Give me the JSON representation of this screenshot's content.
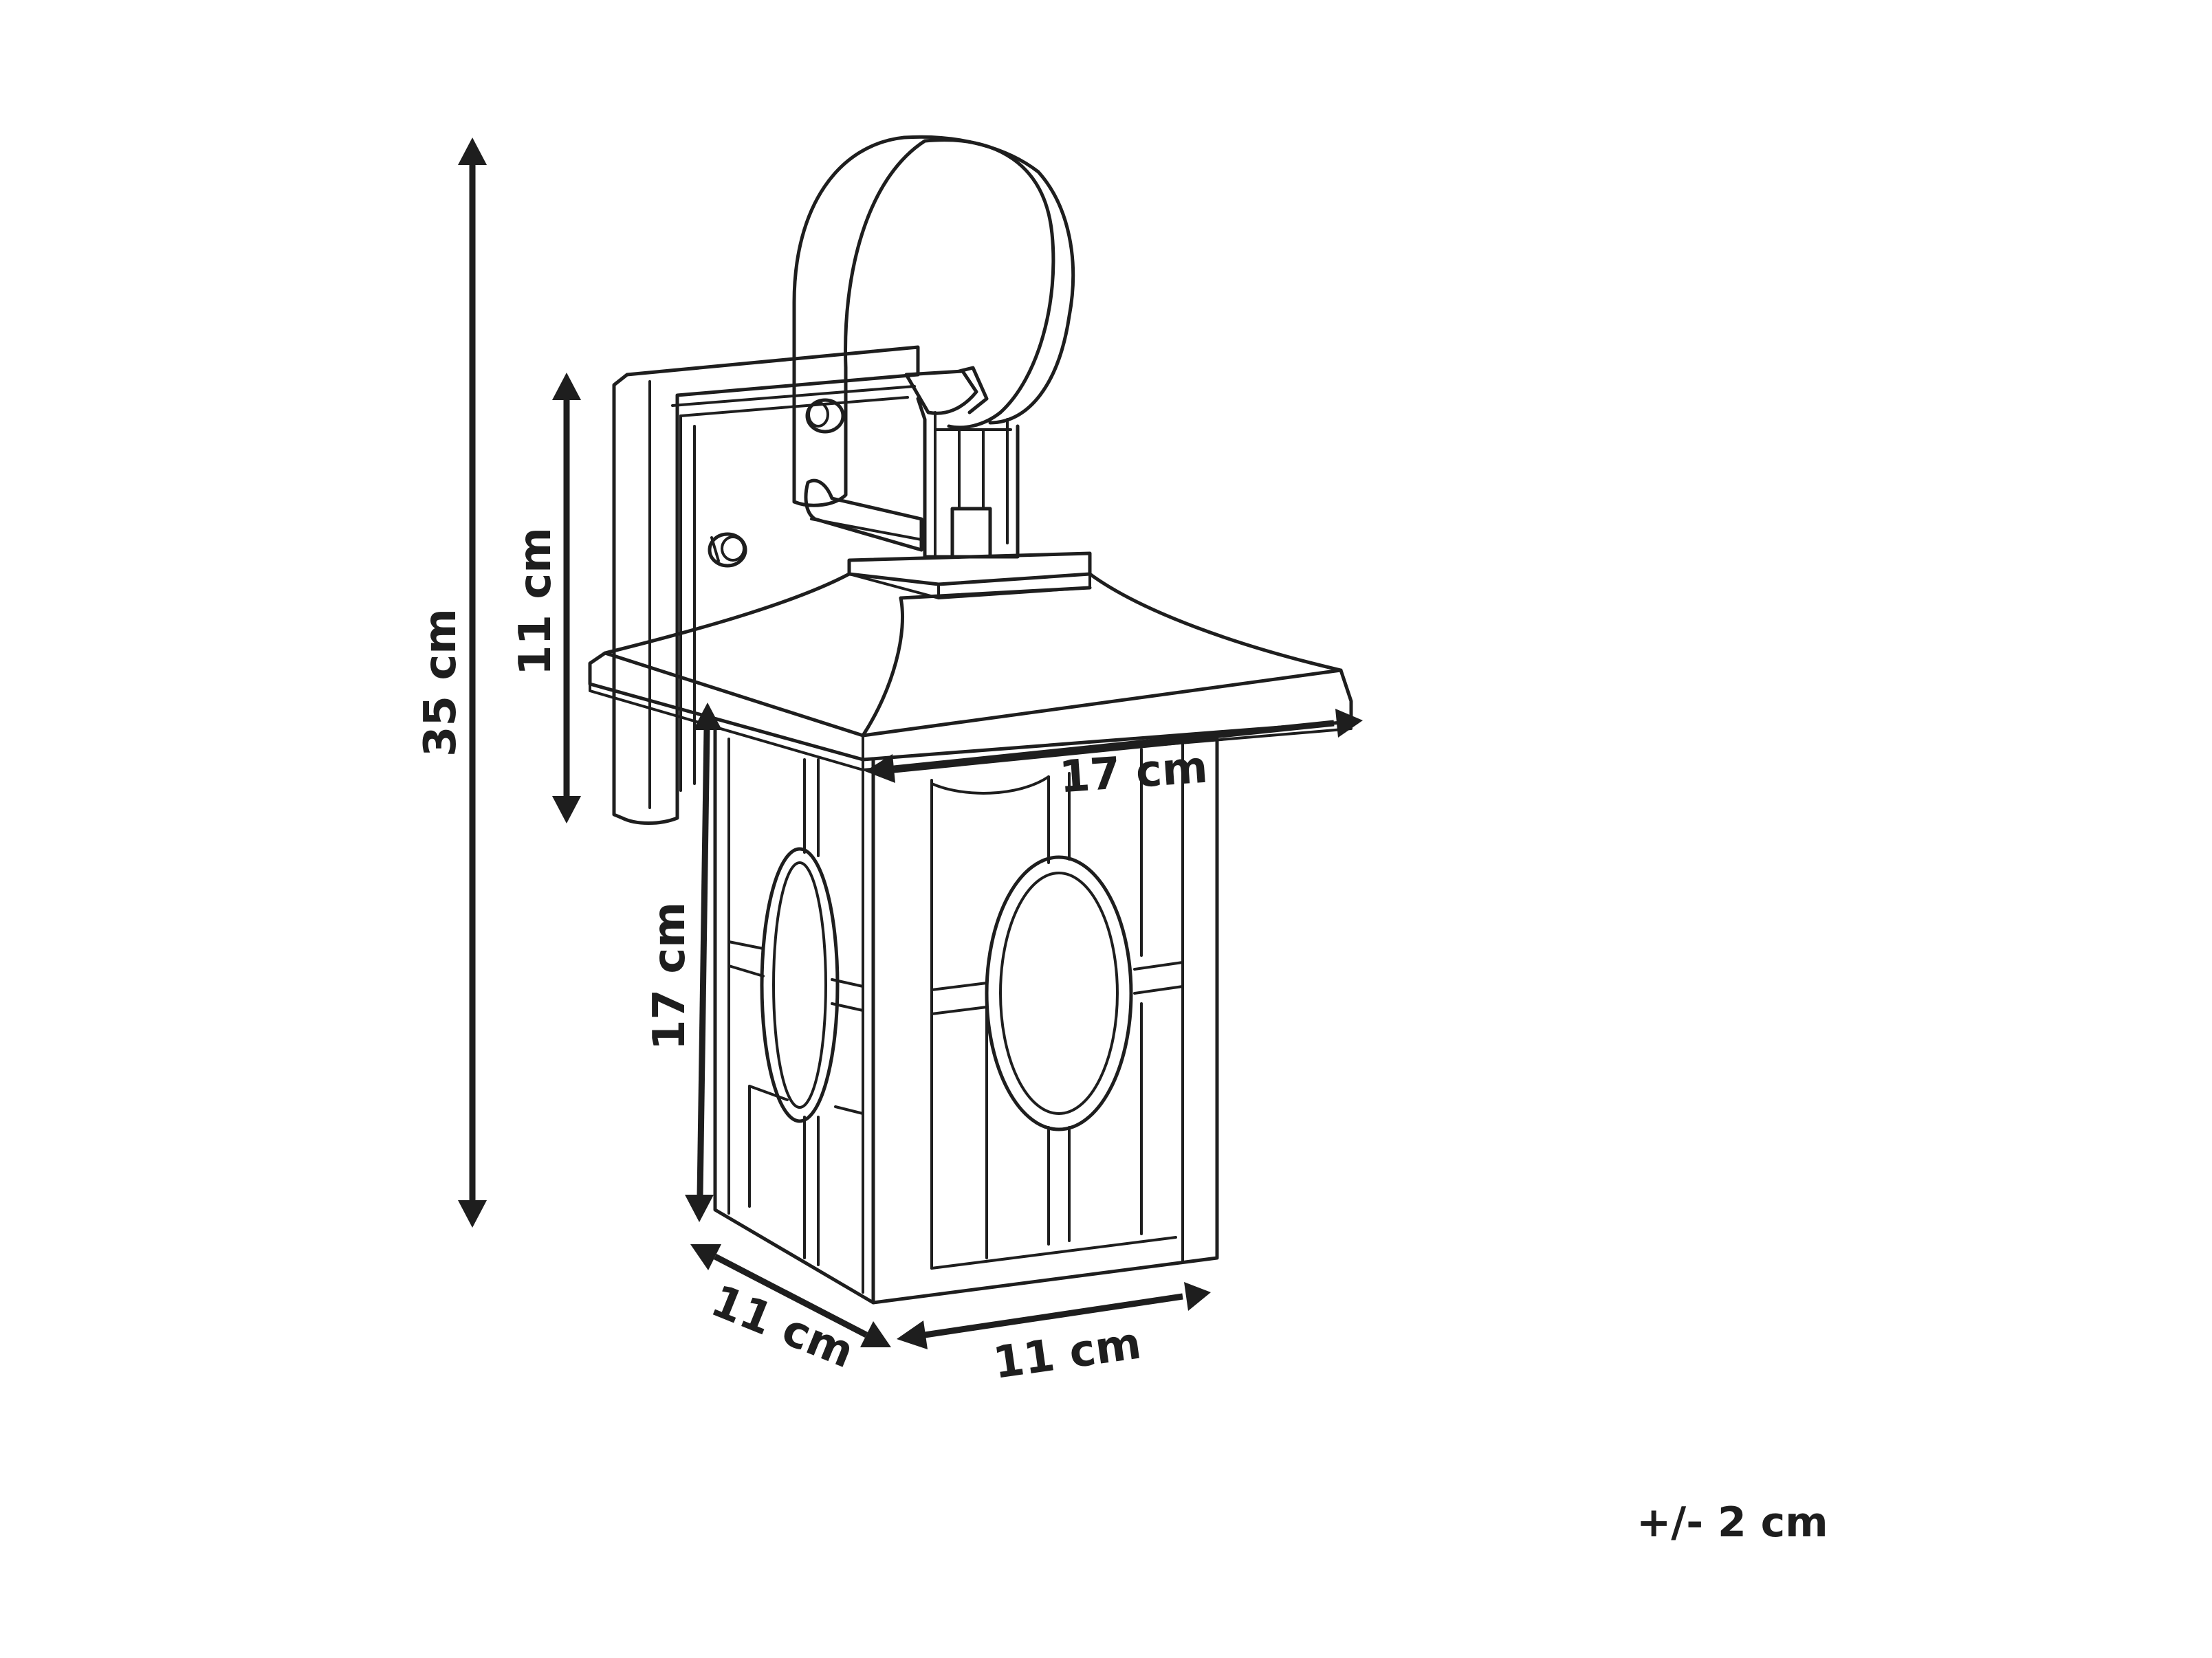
{
  "dimensions": {
    "total_height": "35 cm",
    "bracket_height": "11 cm",
    "roof_width": "17 cm",
    "body_height": "17 cm",
    "base_depth": "11 cm",
    "base_width": "11 cm"
  },
  "tolerance": "+/- 2 cm",
  "colors": {
    "line": "#1e1e1e",
    "background": "#ffffff"
  }
}
